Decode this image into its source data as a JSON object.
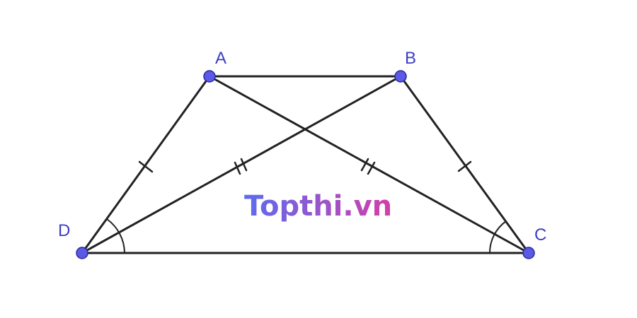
{
  "points": {
    "A": {
      "label": "A"
    },
    "B": {
      "label": "B"
    },
    "C": {
      "label": "C"
    },
    "D": {
      "label": "D"
    }
  },
  "watermark": {
    "text": "Topthi.vn",
    "gradient_start": "#5b6cf0",
    "gradient_end": "#d23fa8"
  },
  "colors": {
    "point_fill": "#5a5ae6",
    "label": "#3d3dc4",
    "line": "#222222"
  }
}
